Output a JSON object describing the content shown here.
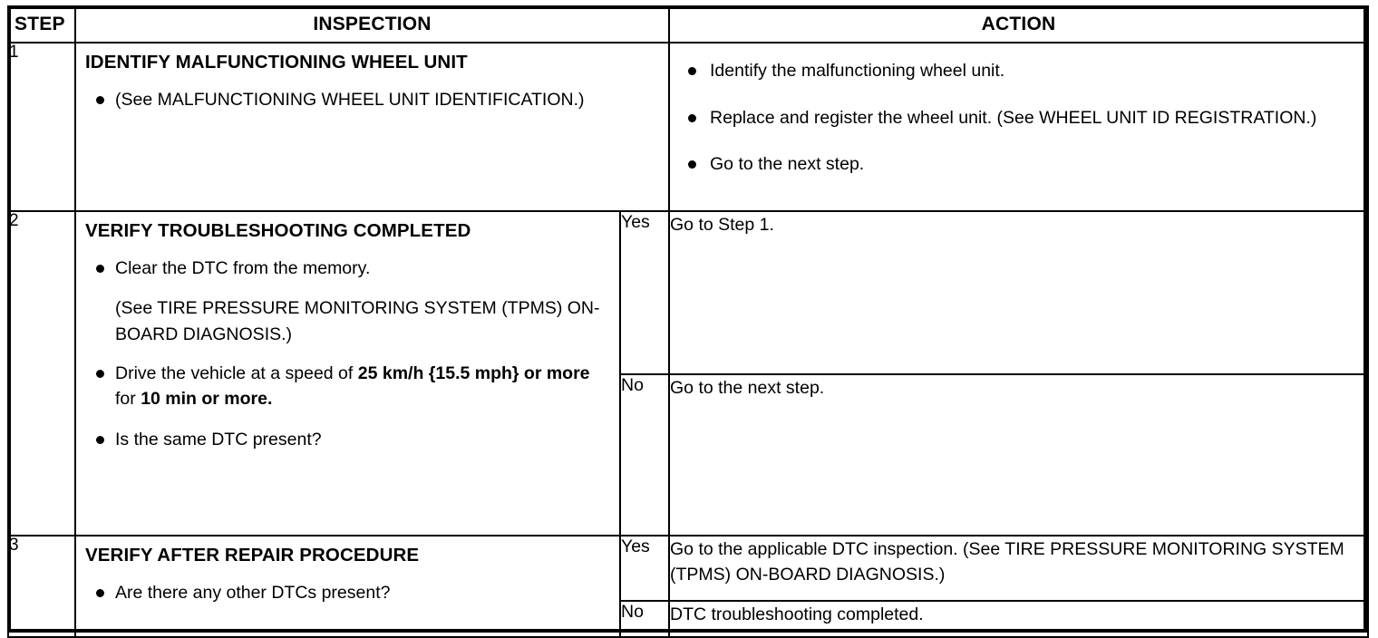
{
  "table": {
    "headers": {
      "step": "STEP",
      "inspection": "INSPECTION",
      "action": "ACTION"
    },
    "rows": [
      {
        "step": "1",
        "inspection": {
          "title": "IDENTIFY MALFUNCTIONING WHEEL UNIT",
          "bullets": [
            "(See MALFUNCTIONING WHEEL UNIT IDENTIFICATION.)"
          ]
        },
        "action": {
          "type": "bullets",
          "bullets": [
            "Identify the malfunctioning wheel unit.",
            "Replace and register the wheel unit. (See WHEEL UNIT ID REGISTRATION.)",
            "Go to the next step."
          ]
        }
      },
      {
        "step": "2",
        "inspection": {
          "title": "VERIFY TROUBLESHOOTING COMPLETED",
          "bullet1": "Clear the DTC from the memory.",
          "continuation": "(See TIRE PRESSURE MONITORING SYSTEM (TPMS) ON-BOARD DIAGNOSIS.)",
          "bullet2_part1": "Drive the vehicle at a speed of ",
          "bullet2_bold1": "25 km/h {15.5 mph} or more",
          "bullet2_part2": " for ",
          "bullet2_bold2": "10 min or more.",
          "bullet3": "Is the same DTC present?"
        },
        "judgements": [
          {
            "label": "Yes",
            "action": "Go to Step 1."
          },
          {
            "label": "No",
            "action": "Go to the next step."
          }
        ]
      },
      {
        "step": "3",
        "inspection": {
          "title": "VERIFY AFTER REPAIR PROCEDURE",
          "bullets": [
            "Are there any other DTCs present?"
          ]
        },
        "judgements": [
          {
            "label": "Yes",
            "action": "Go to the applicable DTC inspection. (See TIRE PRESSURE MONITORING SYSTEM (TPMS) ON-BOARD DIAGNOSIS.)"
          },
          {
            "label": "No",
            "action": "DTC troubleshooting completed."
          }
        ]
      }
    ]
  },
  "colors": {
    "border": "#000000",
    "text": "#000000",
    "background": "#ffffff"
  }
}
